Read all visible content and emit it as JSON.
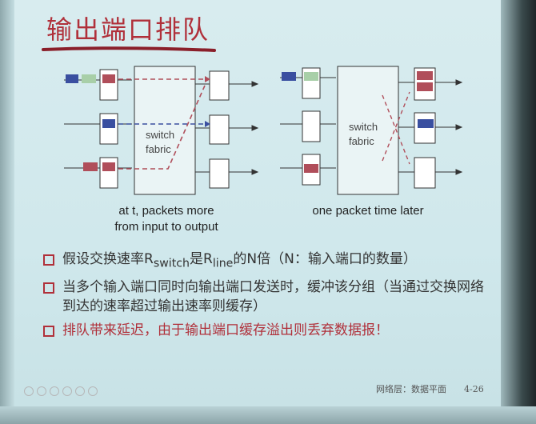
{
  "title": "输出端口排队",
  "diagram": {
    "left": {
      "fabric_label_1": "switch",
      "fabric_label_2": "fabric"
    },
    "right": {
      "fabric_label_1": "switch",
      "fabric_label_2": "fabric"
    },
    "caption_left_line1": "at t, packets more",
    "caption_left_line2": "from input to output",
    "caption_right": "one packet time later"
  },
  "bullets": [
    {
      "text": "假设交换速率R",
      "sub1": "switch",
      "mid": "是R",
      "sub2": "line",
      "tail": "的N倍（N：输入端口的数量）"
    },
    {
      "text": "当多个输入端口同时向输出端口发送时，缓冲该分组（当通过交换网络到达的速率超过输出速率则缓存）"
    },
    {
      "text": "排队带来延迟，由于输出端口缓存溢出则丢弃数据报！"
    }
  ],
  "footer": {
    "label": "网络层：数据平面",
    "page": "4-26"
  },
  "colors": {
    "title": "#b0303a",
    "packet_red": "#b04e5a",
    "packet_blue": "#3a4fa0",
    "packet_green": "#a8cfa8"
  }
}
